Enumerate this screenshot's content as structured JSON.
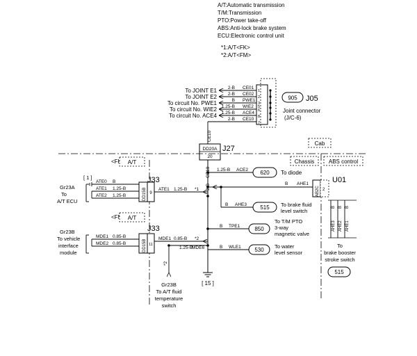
{
  "legend": {
    "items": [
      "A/T:Automatic transmission",
      "T/M:Transmission",
      "PTO:Power take-off",
      "ABS:Anti-lock brake system",
      "ECU:Electronic control unit"
    ],
    "notes": [
      "*1:A/T<FK>",
      "*2:A/T<FM>"
    ]
  },
  "joint": {
    "circuits": [
      {
        "label": "To JOINT E1",
        "wire": "2-B",
        "code": "CE01",
        "pin": "1"
      },
      {
        "label": "To JOINT E2",
        "wire": "2-B",
        "code": "CE02",
        "pin": "2"
      },
      {
        "label": "To circuit No. PWE1",
        "wire": "B",
        "code": "PWE1",
        "pin": "3"
      },
      {
        "label": "To circuit No. WIE2",
        "wire": "1.25-B",
        "code": "WIE2",
        "pin": "6"
      },
      {
        "label": "To circuit No. ACE4",
        "wire": "1.25-B",
        "code": "ACE4",
        "pin": "8"
      },
      {
        "label": "",
        "wire": "2-B",
        "code": "CE10",
        "pin": "7"
      }
    ],
    "pin_extra": "5",
    "number": "905",
    "id": "J05",
    "desc1": "Joint connector",
    "desc2": "(J/C-6)"
  },
  "trunk": {
    "ce10_top": "CE10",
    "dd20a": "DD20A",
    "pin20": "20",
    "j27": "J27",
    "ce10_mid": "CE10",
    "wire_mid": "2-B",
    "ground": "[ 15 ]"
  },
  "zones": {
    "cab": "Cab",
    "chassis": "Chassis",
    "abs": "ABS control"
  },
  "fk": {
    "tag": "<FK>",
    "at": "A/T",
    "conn": "J33",
    "plug": "DD15B",
    "pin": "9",
    "gr": "Gr23A",
    "to1": "To",
    "to2": "A/T ECU",
    "bracket": "[ 1 ]",
    "rows": [
      {
        "code": "ATE0",
        "wire": "B"
      },
      {
        "code": "ATE1",
        "wire": "1.25-B"
      },
      {
        "code": "ATE2",
        "wire": "1.25-B"
      }
    ],
    "out_code": "ATE1",
    "out_wire": "1.25-B",
    "star": "*1"
  },
  "fm": {
    "tag": "<FM>",
    "at": "A/T",
    "conn": "J33",
    "plug": "DD15B",
    "pin": "11",
    "gr": "Gr23B",
    "to1": "To vehicle",
    "to2": "interface",
    "to3": "module",
    "rows": [
      {
        "code": "MDE1",
        "wire": "0.85-B"
      },
      {
        "code": "MDE2",
        "wire": "0.85-B"
      }
    ],
    "out_code": "MDE1",
    "out_wire": "0.85-B",
    "star": "*2",
    "mde6_wire": "1.25-B",
    "mde6": "MDE6",
    "down_star": "*2",
    "down1": "Gr23B",
    "down2": "To A/T fluid",
    "down3": "temperature",
    "down4": "switch"
  },
  "branches": {
    "diode": {
      "wire": "1.25-B",
      "code": "ACE2",
      "num": "620",
      "label": "To diode"
    },
    "fluid": {
      "wire": "B",
      "code": "AHE3",
      "num": "515",
      "label1": "To brake fluid",
      "label2": "level switch"
    },
    "pto": {
      "wire": "B",
      "code": "TPE1",
      "num": "850",
      "label1": "To T/M PTO",
      "label2": "3-way",
      "label3": "magnetic valve"
    },
    "water": {
      "wire": "B",
      "code": "WLE1",
      "num": "530",
      "label1": "To water",
      "label2": "level sensor"
    }
  },
  "u01": {
    "id": "U01",
    "plug": "AB2C",
    "pin": "2",
    "wire": "B",
    "code": "AHE1",
    "vcodes": [
      "AHE3",
      "AHE2",
      "AHE1"
    ],
    "vwires": [
      "B",
      "B",
      "B"
    ],
    "to1": "To",
    "to2": "brake booster",
    "to3": "stroke switch",
    "num": "515"
  }
}
